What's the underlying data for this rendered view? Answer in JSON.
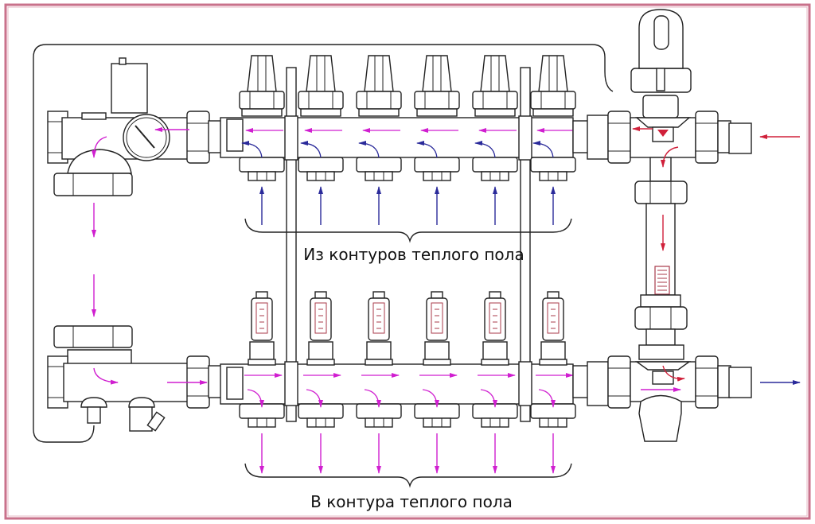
{
  "diagram": {
    "title": "Коллекторная группа теплого пола (схема)",
    "labels": {
      "return_from_loops": "Из контуров теплого пола",
      "supply_to_loops": "В контура теплого пола"
    },
    "loop_count": 6,
    "colors": {
      "frame": "#c9718b",
      "line": "#222222",
      "return_flow": "#2a2a9a",
      "supply_flow": "#d01fd0",
      "hot_inlet": "#d0203a",
      "flowmeter_mark": "#a83a4a"
    },
    "components": [
      {
        "id": "air-vent",
        "name": "Автоматический воздухоотводчик"
      },
      {
        "id": "thermometer",
        "name": "Термометр"
      },
      {
        "id": "return-manifold",
        "name": "Обратный коллектор"
      },
      {
        "id": "supply-manifold",
        "name": "Подающий коллектор"
      },
      {
        "id": "flowmeters",
        "name": "Расходомеры"
      },
      {
        "id": "mixing-valve",
        "name": "Трехходовой смесительный клапан с термоголовкой"
      },
      {
        "id": "bypass-flowmeter",
        "name": "Расходомер перемычки"
      },
      {
        "id": "drain-valve",
        "name": "Сливной кран"
      },
      {
        "id": "strainer",
        "name": "Фильтр"
      }
    ],
    "flows": [
      {
        "id": "inlet-from-boiler",
        "direction": "left",
        "color_key": "hot_inlet"
      },
      {
        "id": "outlet-to-boiler",
        "direction": "right",
        "color_key": "return_flow"
      }
    ]
  }
}
